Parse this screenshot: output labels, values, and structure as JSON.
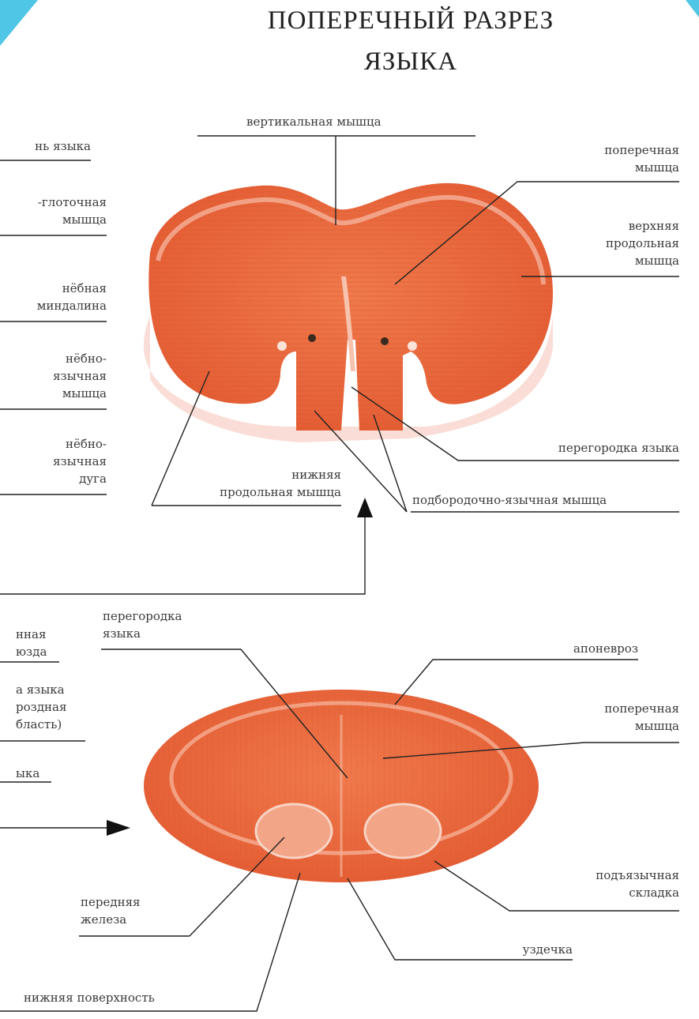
{
  "title": {
    "line1": "ПОПЕРЕЧНЫЙ РАЗРЕЗ",
    "line2": "ЯЗЫКА"
  },
  "upper_section": {
    "labels": {
      "vertical_muscle": "вертикальная мышца",
      "tongue_root": "нь языка",
      "pharyngeal_muscle": "-глоточная\nмышца",
      "palatine_tonsil": "нёбная\nминдалина",
      "palatoglossus_muscle": "нёбно-\nязычная\nмышца",
      "palatoglossal_arch": "нёбно-\nязычная\nдуга",
      "transverse_muscle": "поперечная\nмышца",
      "superior_longitudinal_muscle": "верхняя\nпродольная\nмышца",
      "tongue_septum": "перегородка языка",
      "inferior_longitudinal_muscle": "нижняя\nпродольная мышца",
      "genioglossus_muscle": "подбородочно-язычная мышца"
    }
  },
  "lower_section": {
    "labels": {
      "tongue_septum": "перегородка\nязыка",
      "left_1": "нная\nюзда",
      "left_2": "а языка\nроздная\nбласть)",
      "left_3": "ыка",
      "aponeurosis": "апоневроз",
      "transverse_muscle": "поперечная\nмышца",
      "anterior_gland": "передняя\nжелеза",
      "sublingual_fold": "подъязычная\nскладка",
      "frenulum": "уздечка",
      "inferior_surface": "нижняя поверхность"
    }
  },
  "colors": {
    "muscle": "#ec6a3d",
    "muscle_dark": "#d8502a",
    "muscle_light": "#f4a48a",
    "accent_corner": "#4fc6e6"
  }
}
